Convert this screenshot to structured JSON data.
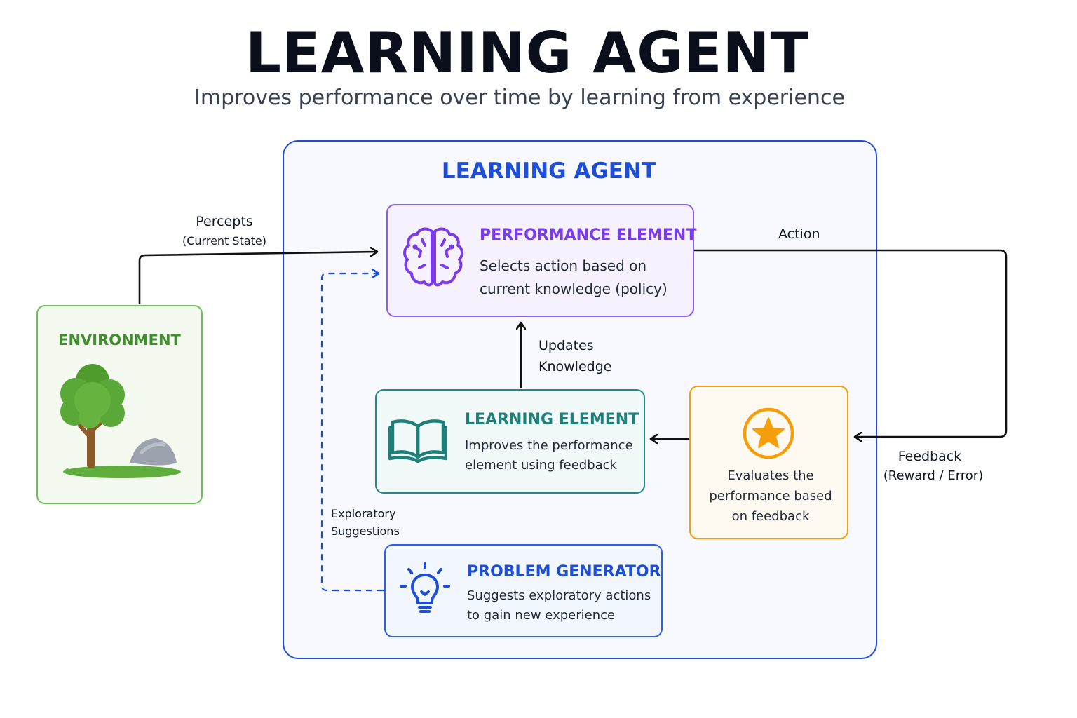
{
  "title": "LEARNING AGENT",
  "subtitle": "Improves performance over time by learning from experience",
  "agent": {
    "label": "LEARNING AGENT"
  },
  "performance_element": {
    "title": "PERFORMANCE ELEMENT",
    "desc_line1": "Selects action based on",
    "desc_line2": "current knowledge (policy)",
    "icon": "brain-icon",
    "color": "#7c3aed"
  },
  "learning_element": {
    "title": "LEARNING ELEMENT",
    "desc_line1": "Improves the performance",
    "desc_line2": "element using feedback",
    "icon": "open-book-icon",
    "color": "#1f7f7a"
  },
  "critic": {
    "desc_line1": "Evaluates the",
    "desc_line2": "performance based",
    "desc_line3": "on feedback",
    "icon": "star-icon",
    "color": "#f59e0b"
  },
  "problem_generator": {
    "title": "PROBLEM GENERATOR",
    "desc_line1": "Suggests exploratory actions",
    "desc_line2": "to gain new experience",
    "icon": "lightbulb-icon",
    "color": "#1d4ed8"
  },
  "environment": {
    "title": "ENVIRONMENT",
    "icon": "tree-and-rock-icon",
    "color": "#3f8f2a"
  },
  "arrows": {
    "percepts_line1": "Percepts",
    "percepts_line2": "(Current State)",
    "action": "Action",
    "feedback_line1": "Feedback",
    "feedback_line2": "(Reward / Error)",
    "updates_line1": "Updates",
    "updates_line2": "Knowledge",
    "exploratory_line1": "Exploratory",
    "exploratory_line2": "Suggestions"
  }
}
